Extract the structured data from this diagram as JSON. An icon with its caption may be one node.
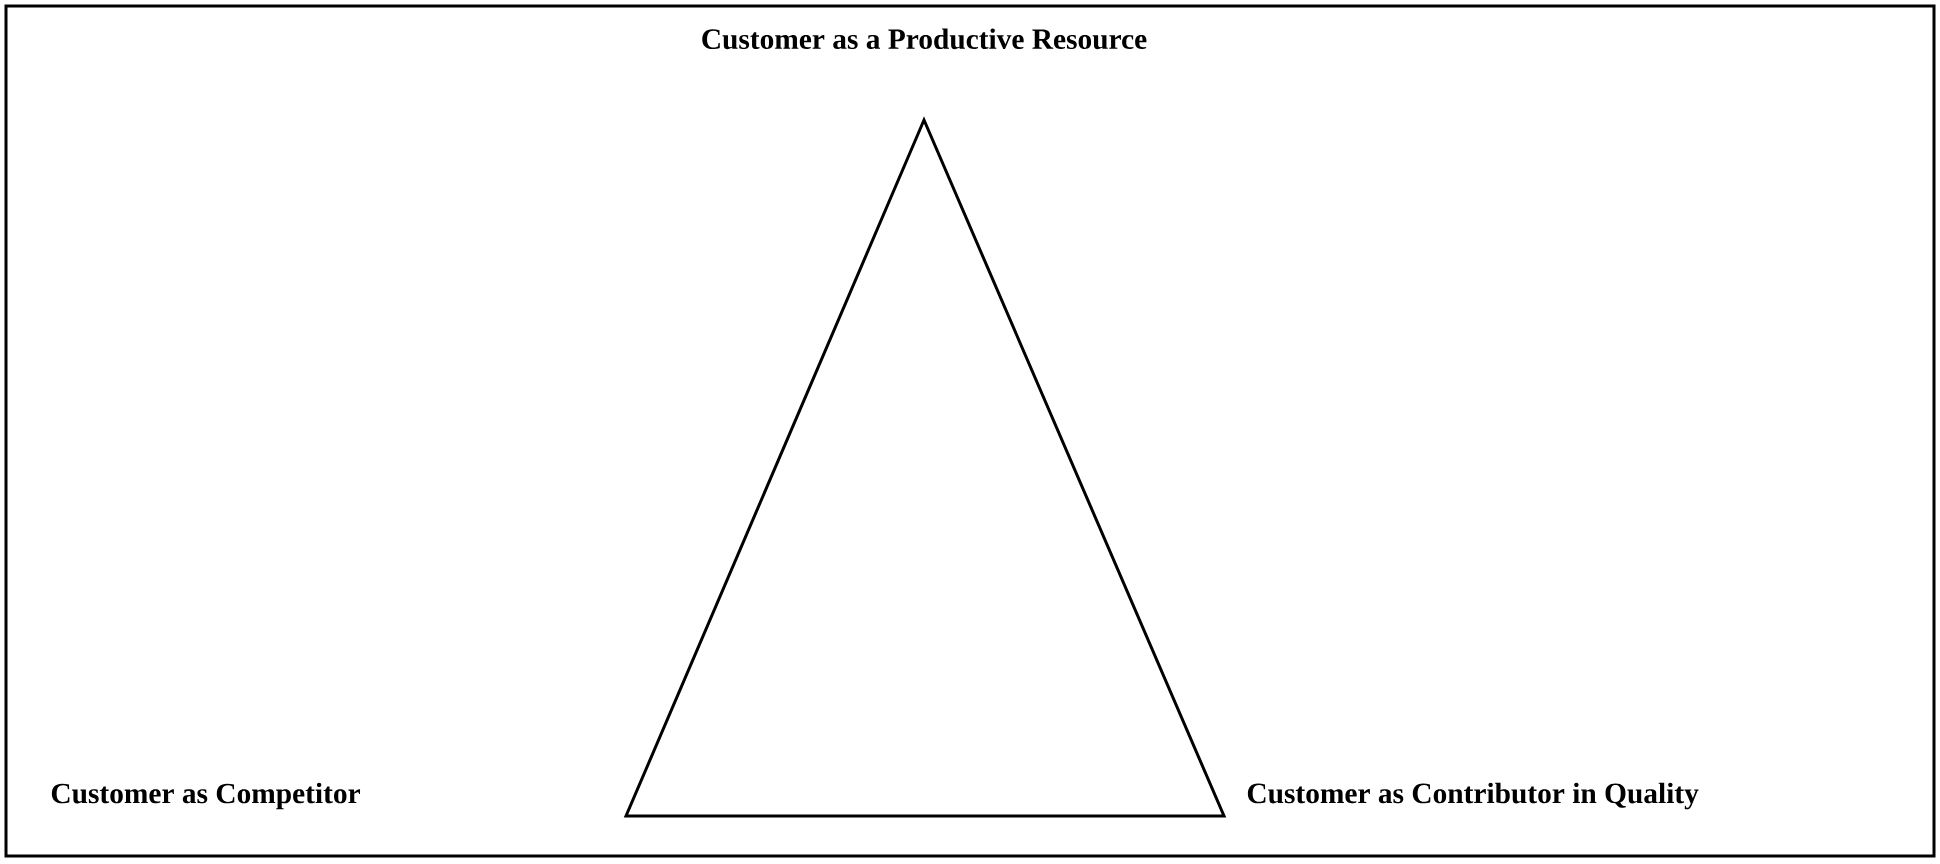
{
  "diagram": {
    "nodes": [
      {
        "text": [],
        "shape": "triangle",
        "beside": [
          "Customer as a Productive Resource",
          "Customer as Contributor in Quality"
        ]
      }
    ],
    "labels": [
      "Customer as Competitor"
    ]
  }
}
